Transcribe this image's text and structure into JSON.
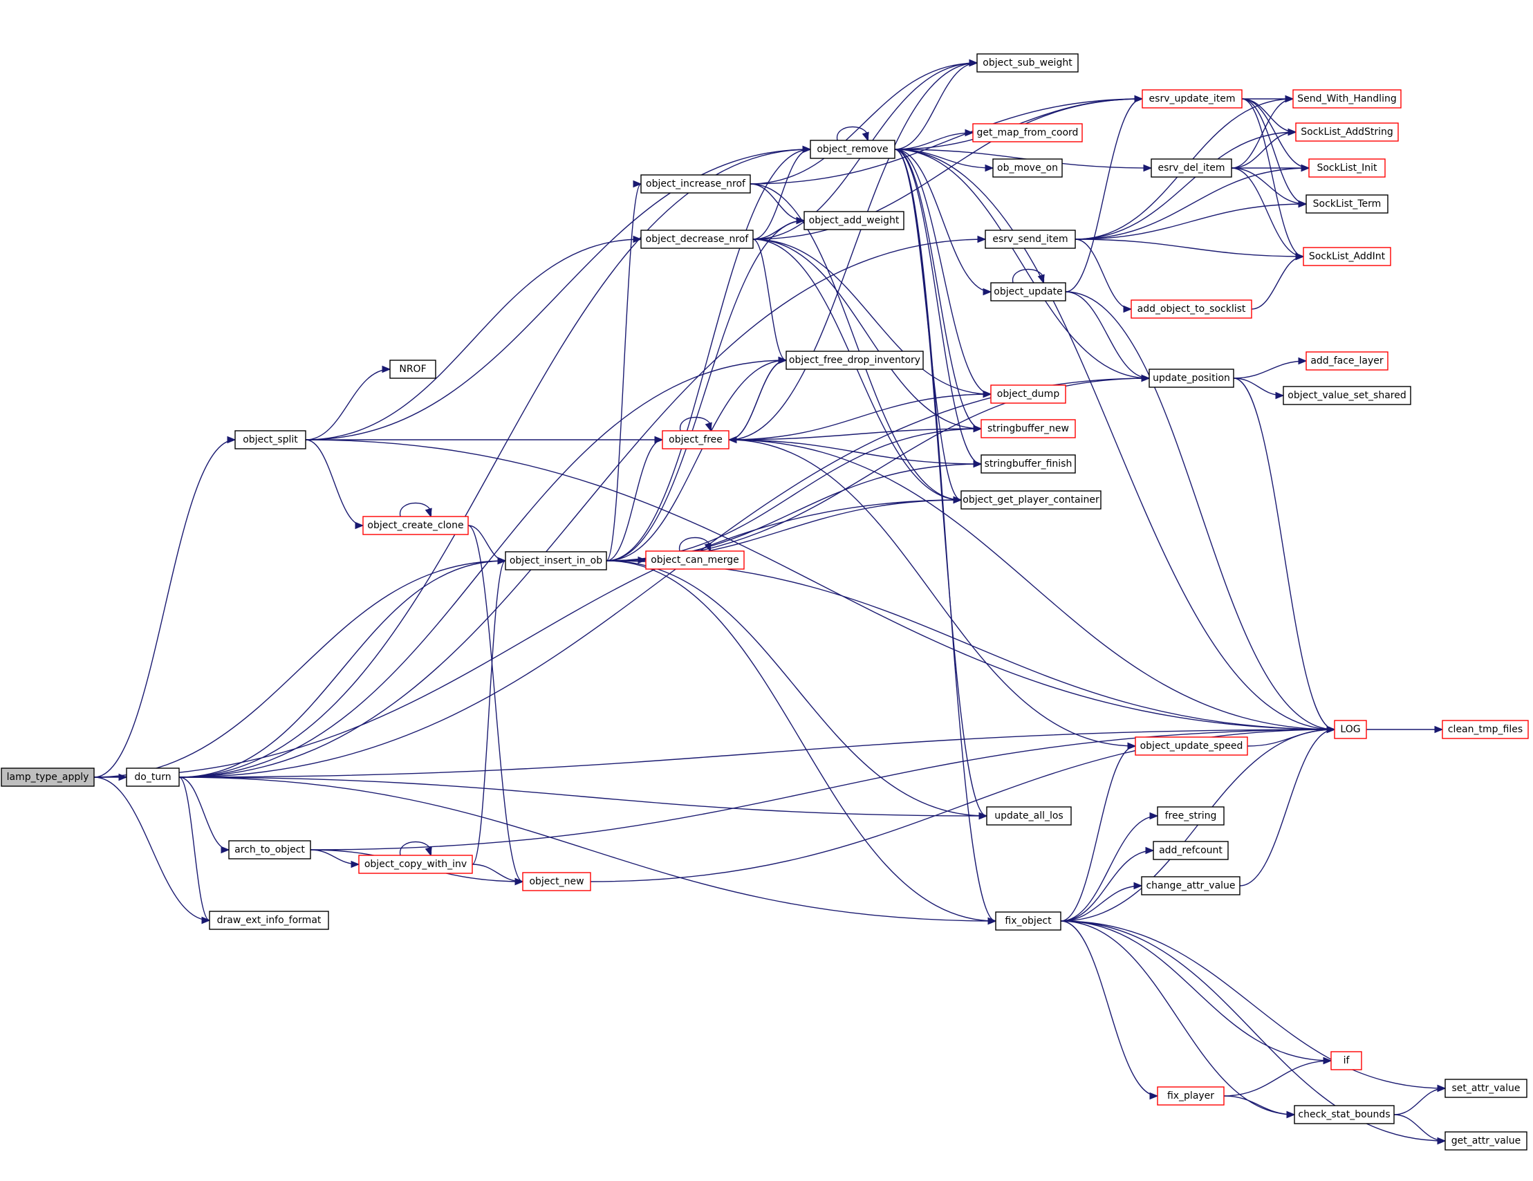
{
  "diagram": {
    "colors": {
      "edge": "#191970",
      "node_border": "#000000",
      "node_border_red": "#ff0000",
      "root_fill": "#bfbfbf",
      "background": "#ffffff"
    },
    "nodes": [
      {
        "id": "lamp_type_apply",
        "label": "lamp_type_apply",
        "style": "root"
      },
      {
        "id": "do_turn",
        "label": "do_turn",
        "style": "black"
      },
      {
        "id": "object_split",
        "label": "object_split",
        "style": "black"
      },
      {
        "id": "NROF",
        "label": "NROF",
        "style": "black"
      },
      {
        "id": "object_create_clone",
        "label": "object_create_clone",
        "style": "red"
      },
      {
        "id": "object_insert_in_ob",
        "label": "object_insert_in_ob",
        "style": "black"
      },
      {
        "id": "arch_to_object",
        "label": "arch_to_object",
        "style": "black"
      },
      {
        "id": "draw_ext_info_format",
        "label": "draw_ext_info_format",
        "style": "black"
      },
      {
        "id": "object_copy_with_inv",
        "label": "object_copy_with_inv",
        "style": "red"
      },
      {
        "id": "object_new",
        "label": "object_new",
        "style": "red"
      },
      {
        "id": "object_increase_nrof",
        "label": "object_increase_nrof",
        "style": "black"
      },
      {
        "id": "object_decrease_nrof",
        "label": "object_decrease_nrof",
        "style": "black"
      },
      {
        "id": "object_free",
        "label": "object_free",
        "style": "red"
      },
      {
        "id": "object_can_merge",
        "label": "object_can_merge",
        "style": "red"
      },
      {
        "id": "object_remove",
        "label": "object_remove",
        "style": "black"
      },
      {
        "id": "object_sub_weight",
        "label": "object_sub_weight",
        "style": "black"
      },
      {
        "id": "object_add_weight",
        "label": "object_add_weight",
        "style": "black"
      },
      {
        "id": "object_free_drop_inventory",
        "label": "object_free_drop_inventory",
        "style": "black"
      },
      {
        "id": "get_map_from_coord",
        "label": "get_map_from_coord",
        "style": "red"
      },
      {
        "id": "ob_move_on",
        "label": "ob_move_on",
        "style": "black"
      },
      {
        "id": "object_dump",
        "label": "object_dump",
        "style": "red"
      },
      {
        "id": "stringbuffer_new",
        "label": "stringbuffer_new",
        "style": "red"
      },
      {
        "id": "stringbuffer_finish",
        "label": "stringbuffer_finish",
        "style": "black"
      },
      {
        "id": "object_get_player_container",
        "label": "object_get_player_container",
        "style": "black"
      },
      {
        "id": "update_all_los",
        "label": "update_all_los",
        "style": "black"
      },
      {
        "id": "fix_object",
        "label": "fix_object",
        "style": "black"
      },
      {
        "id": "esrv_update_item",
        "label": "esrv_update_item",
        "style": "red"
      },
      {
        "id": "esrv_del_item",
        "label": "esrv_del_item",
        "style": "black"
      },
      {
        "id": "esrv_send_item",
        "label": "esrv_send_item",
        "style": "black"
      },
      {
        "id": "object_update",
        "label": "object_update",
        "style": "black"
      },
      {
        "id": "add_object_to_socklist",
        "label": "add_object_to_socklist",
        "style": "red"
      },
      {
        "id": "update_position",
        "label": "update_position",
        "style": "black"
      },
      {
        "id": "object_update_speed",
        "label": "object_update_speed",
        "style": "red"
      },
      {
        "id": "free_string",
        "label": "free_string",
        "style": "black"
      },
      {
        "id": "add_refcount",
        "label": "add_refcount",
        "style": "black"
      },
      {
        "id": "change_attr_value",
        "label": "change_attr_value",
        "style": "black"
      },
      {
        "id": "fix_player",
        "label": "fix_player",
        "style": "red"
      },
      {
        "id": "Send_With_Handling",
        "label": "Send_With_Handling",
        "style": "red"
      },
      {
        "id": "SockList_AddString",
        "label": "SockList_AddString",
        "style": "red"
      },
      {
        "id": "SockList_Init",
        "label": "SockList_Init",
        "style": "red"
      },
      {
        "id": "SockList_Term",
        "label": "SockList_Term",
        "style": "black"
      },
      {
        "id": "SockList_AddInt",
        "label": "SockList_AddInt",
        "style": "red"
      },
      {
        "id": "add_face_layer",
        "label": "add_face_layer",
        "style": "red"
      },
      {
        "id": "object_value_set_shared",
        "label": "object_value_set_shared",
        "style": "black"
      },
      {
        "id": "LOG",
        "label": "LOG",
        "style": "red"
      },
      {
        "id": "clean_tmp_files",
        "label": "clean_tmp_files",
        "style": "red"
      },
      {
        "id": "if",
        "label": "if",
        "style": "red"
      },
      {
        "id": "check_stat_bounds",
        "label": "check_stat_bounds",
        "style": "black"
      },
      {
        "id": "set_attr_value",
        "label": "set_attr_value",
        "style": "black"
      },
      {
        "id": "get_attr_value",
        "label": "get_attr_value",
        "style": "black"
      }
    ],
    "edges": [
      [
        "lamp_type_apply",
        "do_turn"
      ],
      [
        "lamp_type_apply",
        "object_split"
      ],
      [
        "lamp_type_apply",
        "object_insert_in_ob"
      ],
      [
        "lamp_type_apply",
        "draw_ext_info_format"
      ],
      [
        "lamp_type_apply",
        "object_get_player_container"
      ],
      [
        "do_turn",
        "object_remove"
      ],
      [
        "do_turn",
        "object_free_drop_inventory"
      ],
      [
        "do_turn",
        "esrv_send_item"
      ],
      [
        "do_turn",
        "object_insert_in_ob"
      ],
      [
        "do_turn",
        "update_position"
      ],
      [
        "do_turn",
        "update_all_los"
      ],
      [
        "do_turn",
        "arch_to_object"
      ],
      [
        "do_turn",
        "draw_ext_info_format"
      ],
      [
        "do_turn",
        "fix_object"
      ],
      [
        "do_turn",
        "LOG"
      ],
      [
        "object_split",
        "NROF"
      ],
      [
        "object_split",
        "object_remove"
      ],
      [
        "object_split",
        "object_decrease_nrof"
      ],
      [
        "object_split",
        "object_free"
      ],
      [
        "object_split",
        "object_create_clone"
      ],
      [
        "object_split",
        "LOG"
      ],
      [
        "object_create_clone",
        "object_create_clone"
      ],
      [
        "object_create_clone",
        "object_insert_in_ob"
      ],
      [
        "object_create_clone",
        "object_new"
      ],
      [
        "object_insert_in_ob",
        "object_increase_nrof"
      ],
      [
        "object_insert_in_ob",
        "object_remove"
      ],
      [
        "object_insert_in_ob",
        "object_free_drop_inventory"
      ],
      [
        "object_insert_in_ob",
        "object_free"
      ],
      [
        "object_insert_in_ob",
        "object_can_merge"
      ],
      [
        "object_insert_in_ob",
        "object_add_weight"
      ],
      [
        "object_insert_in_ob",
        "stringbuffer_new"
      ],
      [
        "object_insert_in_ob",
        "stringbuffer_finish"
      ],
      [
        "object_insert_in_ob",
        "object_get_player_container"
      ],
      [
        "object_insert_in_ob",
        "update_all_los"
      ],
      [
        "object_insert_in_ob",
        "fix_object"
      ],
      [
        "object_insert_in_ob",
        "update_position"
      ],
      [
        "object_insert_in_ob",
        "LOG"
      ],
      [
        "arch_to_object",
        "object_copy_with_inv"
      ],
      [
        "arch_to_object",
        "object_new"
      ],
      [
        "arch_to_object",
        "LOG"
      ],
      [
        "object_copy_with_inv",
        "object_copy_with_inv"
      ],
      [
        "object_copy_with_inv",
        "object_insert_in_ob"
      ],
      [
        "object_copy_with_inv",
        "object_new"
      ],
      [
        "object_new",
        "LOG"
      ],
      [
        "object_increase_nrof",
        "object_sub_weight"
      ],
      [
        "object_increase_nrof",
        "object_add_weight"
      ],
      [
        "object_increase_nrof",
        "esrv_update_item"
      ],
      [
        "object_increase_nrof",
        "object_get_player_container"
      ],
      [
        "object_decrease_nrof",
        "object_remove"
      ],
      [
        "object_decrease_nrof",
        "object_sub_weight"
      ],
      [
        "object_decrease_nrof",
        "object_add_weight"
      ],
      [
        "object_decrease_nrof",
        "object_free_drop_inventory"
      ],
      [
        "object_decrease_nrof",
        "esrv_update_item"
      ],
      [
        "object_decrease_nrof",
        "object_dump"
      ],
      [
        "object_decrease_nrof",
        "stringbuffer_new"
      ],
      [
        "object_decrease_nrof",
        "object_get_player_container"
      ],
      [
        "object_free",
        "object_free"
      ],
      [
        "object_free",
        "object_free_drop_inventory"
      ],
      [
        "object_free",
        "object_dump"
      ],
      [
        "object_free",
        "stringbuffer_new"
      ],
      [
        "object_free",
        "stringbuffer_finish"
      ],
      [
        "object_free",
        "object_update_speed"
      ],
      [
        "object_free",
        "LOG"
      ],
      [
        "object_free",
        "object_sub_weight"
      ],
      [
        "object_free_drop_inventory",
        "object_free"
      ],
      [
        "object_can_merge",
        "object_can_merge"
      ],
      [
        "object_remove",
        "object_remove"
      ],
      [
        "object_remove",
        "object_sub_weight"
      ],
      [
        "object_remove",
        "esrv_update_item"
      ],
      [
        "object_remove",
        "get_map_from_coord"
      ],
      [
        "object_remove",
        "ob_move_on"
      ],
      [
        "object_remove",
        "esrv_del_item"
      ],
      [
        "object_remove",
        "object_update"
      ],
      [
        "object_remove",
        "object_dump"
      ],
      [
        "object_remove",
        "stringbuffer_new"
      ],
      [
        "object_remove",
        "stringbuffer_finish"
      ],
      [
        "object_remove",
        "object_get_player_container"
      ],
      [
        "object_remove",
        "update_all_los"
      ],
      [
        "object_remove",
        "fix_object"
      ],
      [
        "object_remove",
        "update_position"
      ],
      [
        "object_remove",
        "LOG"
      ],
      [
        "esrv_update_item",
        "Send_With_Handling"
      ],
      [
        "esrv_update_item",
        "SockList_AddString"
      ],
      [
        "esrv_update_item",
        "SockList_Init"
      ],
      [
        "esrv_update_item",
        "SockList_Term"
      ],
      [
        "esrv_update_item",
        "SockList_AddInt"
      ],
      [
        "esrv_del_item",
        "Send_With_Handling"
      ],
      [
        "esrv_del_item",
        "SockList_AddString"
      ],
      [
        "esrv_del_item",
        "SockList_Init"
      ],
      [
        "esrv_del_item",
        "SockList_Term"
      ],
      [
        "esrv_del_item",
        "SockList_AddInt"
      ],
      [
        "esrv_send_item",
        "Send_With_Handling"
      ],
      [
        "esrv_send_item",
        "SockList_AddString"
      ],
      [
        "esrv_send_item",
        "SockList_Init"
      ],
      [
        "esrv_send_item",
        "SockList_Term"
      ],
      [
        "esrv_send_item",
        "SockList_AddInt"
      ],
      [
        "esrv_send_item",
        "add_object_to_socklist"
      ],
      [
        "object_update",
        "object_update"
      ],
      [
        "object_update",
        "esrv_update_item"
      ],
      [
        "object_update",
        "update_position"
      ],
      [
        "object_update",
        "LOG"
      ],
      [
        "add_object_to_socklist",
        "SockList_AddInt"
      ],
      [
        "update_position",
        "add_face_layer"
      ],
      [
        "update_position",
        "object_value_set_shared"
      ],
      [
        "update_position",
        "LOG"
      ],
      [
        "object_update_speed",
        "LOG"
      ],
      [
        "LOG",
        "clean_tmp_files"
      ],
      [
        "fix_object",
        "object_update_speed"
      ],
      [
        "fix_object",
        "free_string"
      ],
      [
        "fix_object",
        "add_refcount"
      ],
      [
        "fix_object",
        "change_attr_value"
      ],
      [
        "fix_object",
        "LOG"
      ],
      [
        "fix_object",
        "if"
      ],
      [
        "fix_object",
        "fix_player"
      ],
      [
        "fix_object",
        "check_stat_bounds"
      ],
      [
        "fix_object",
        "set_attr_value"
      ],
      [
        "fix_object",
        "get_attr_value"
      ],
      [
        "change_attr_value",
        "LOG"
      ],
      [
        "fix_player",
        "if"
      ],
      [
        "fix_player",
        "check_stat_bounds"
      ],
      [
        "check_stat_bounds",
        "set_attr_value"
      ],
      [
        "check_stat_bounds",
        "get_attr_value"
      ]
    ]
  }
}
